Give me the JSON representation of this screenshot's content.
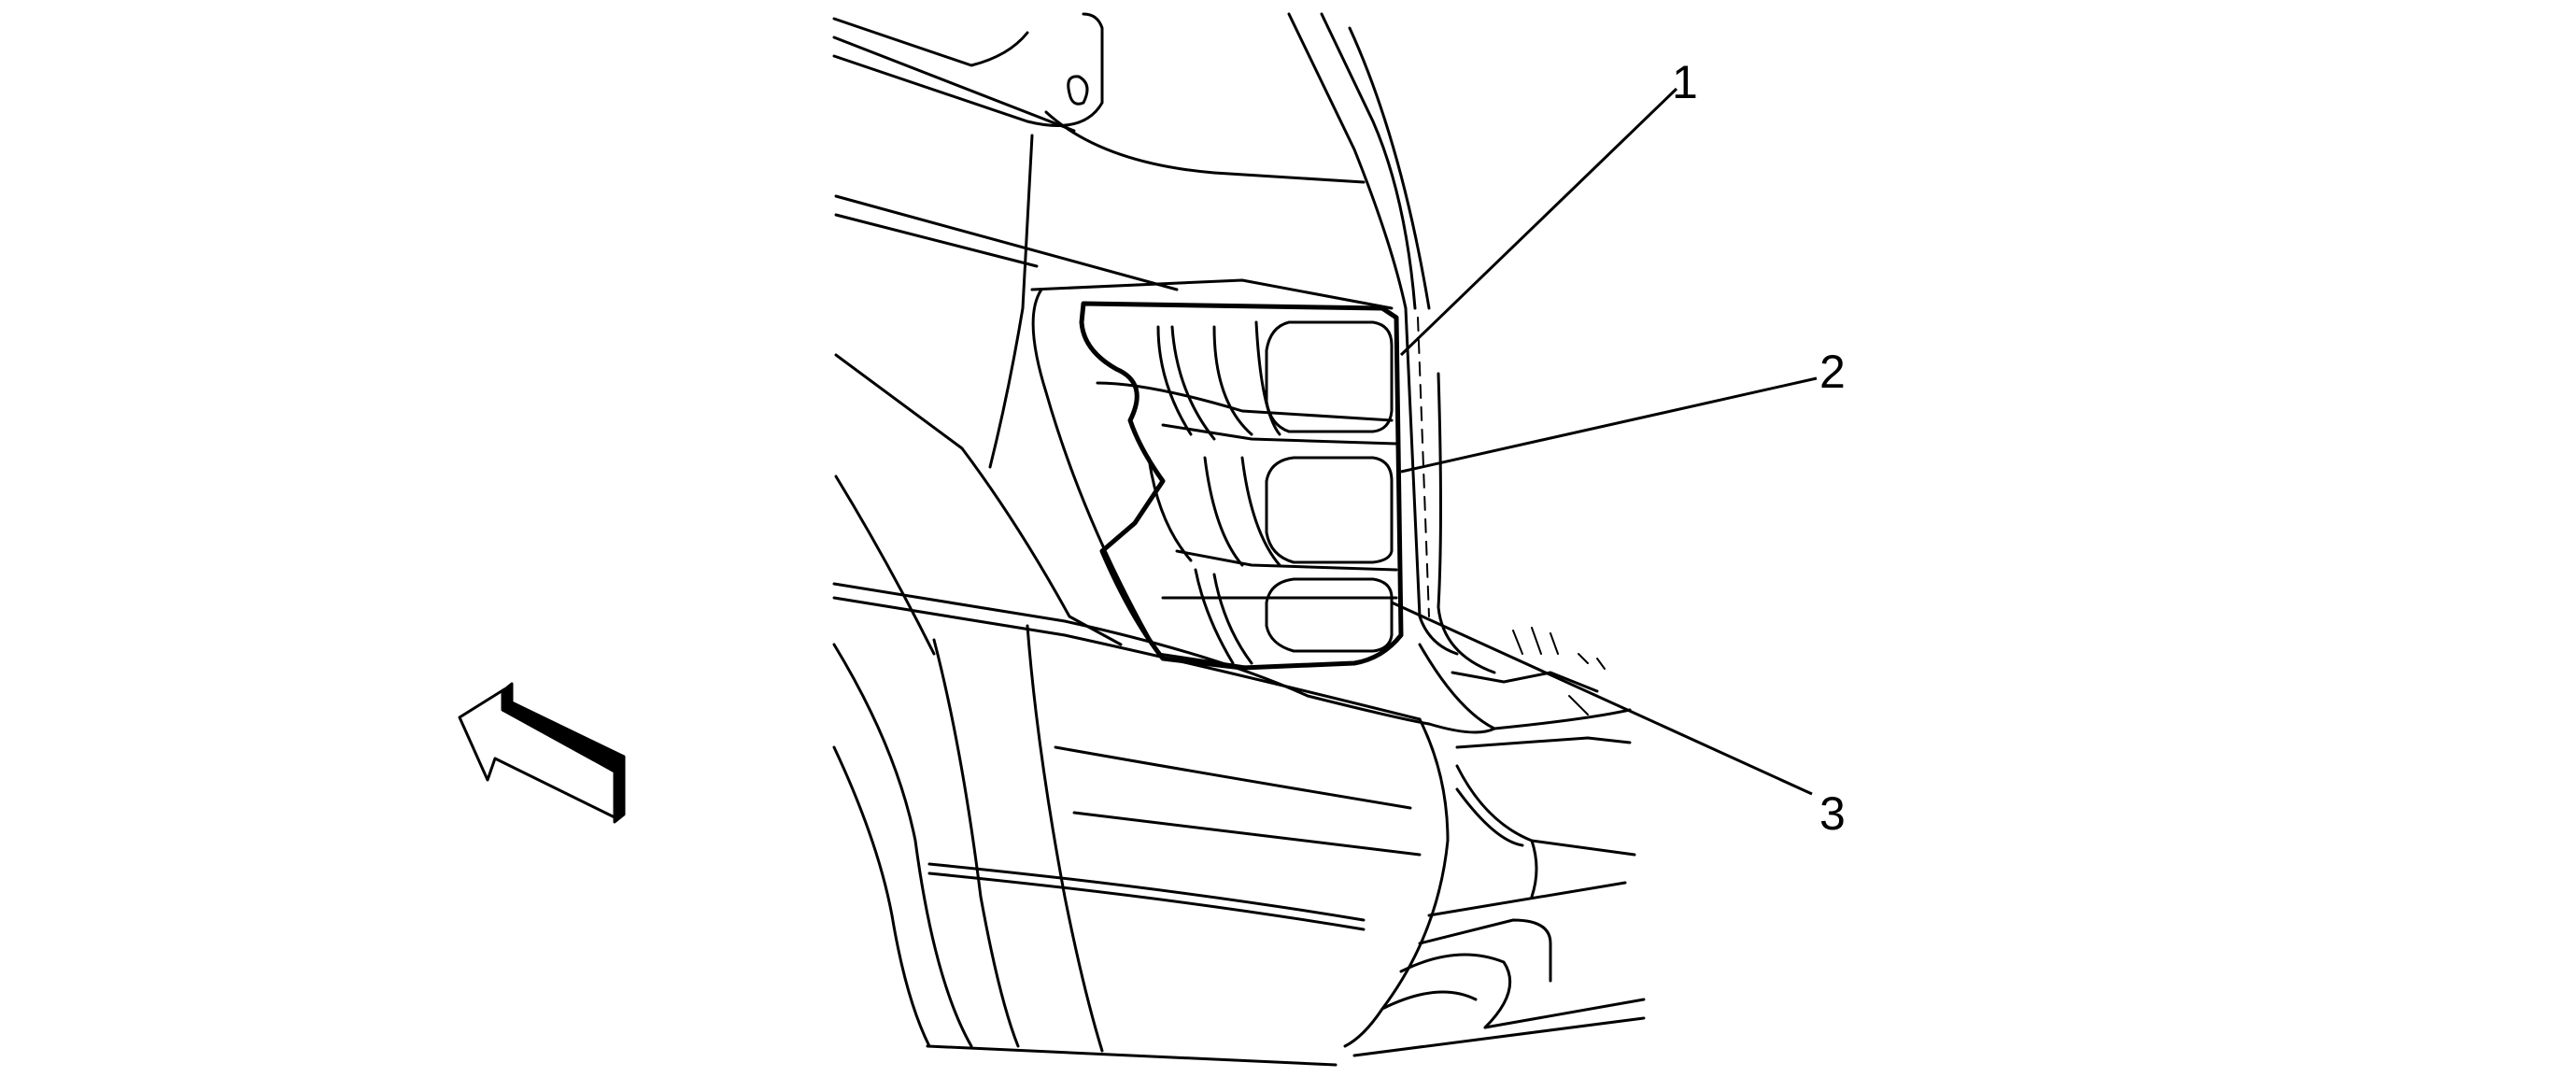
{
  "callouts": [
    {
      "id": "1",
      "label": "1"
    },
    {
      "id": "2",
      "label": "2"
    },
    {
      "id": "3",
      "label": "3"
    }
  ],
  "icons": {
    "direction_arrow": "arrow-up-left-icon"
  },
  "colors": {
    "line": "#000000",
    "background": "#ffffff"
  }
}
